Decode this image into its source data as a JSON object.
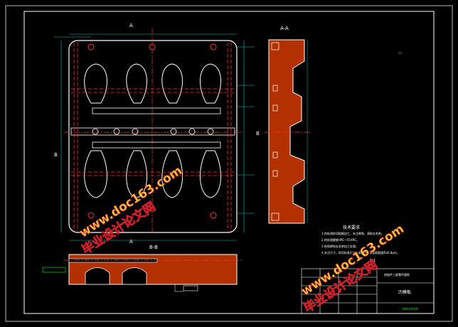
{
  "drawing": {
    "section_aa_label": "A-A",
    "section_bb_label": "B-B",
    "marker_a": "A",
    "marker_b": "B",
    "tech_title": "技术要求",
    "tech_notes": [
      "1.热处理前须粗精加工，未注倒角、清根去毛刺。",
      "2.热处理硬度HRC~55HRC。",
      "3.锐角倒钝去毛刺加工处理。",
      "4.未注尺寸，采用标准尺寸公差加工，表面粗糙度Ra0.8μm。"
    ],
    "scale": "5:1",
    "title_block": {
      "part_name": "凹模板",
      "drawing_title": "热锻件三维零件图纸",
      "drawing_no": "SHY-LW-09"
    },
    "watermark_main": "毕业设计论文网",
    "watermark_url": "www.doc163.com"
  }
}
